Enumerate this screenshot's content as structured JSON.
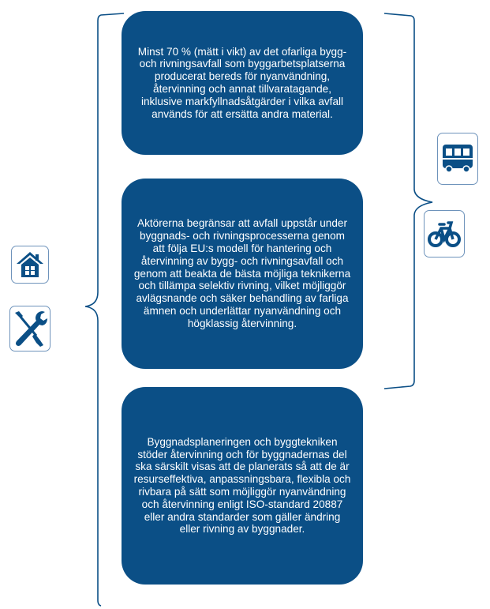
{
  "boxes": [
    {
      "text": "Minst 70 % (mätt i vikt) av det ofarliga bygg- och rivningsavfall som byggarbetsplatserna producerat bereds för nyanvändning, återvinning och annat tillvaratagande, inklusive markfyllnadsåtgärder i vilka avfall används för att ersätta andra material."
    },
    {
      "text": "Aktörerna begränsar att avfall uppstår under byggnads- och rivningsprocesserna genom att följa EU:s modell för hantering och återvinning av bygg- och rivningsavfall och genom att beakta de bästa möjliga teknikerna och tillämpa selektiv rivning, vilket möjliggör avlägsnande och säker behandling av farliga ämnen och underlättar nyanvändning och högklassig återvinning."
    },
    {
      "text": "Byggnadsplaneringen och byggtekniken stöder återvinning och för byggnadernas del ska särskilt visas att de planerats så att de är resurseffektiva, anpassningsbara, flexibla och rivbara på sätt som möjliggör nyanvändning och återvinning enligt ISO-standard 20887 eller andra standarder som gäller ändring eller rivning av byggnader."
    }
  ],
  "icons": {
    "left": [
      "house-icon",
      "wrench-screwdriver-icon"
    ],
    "right": [
      "bus-icon",
      "bicycle-icon"
    ]
  },
  "colors": {
    "box_fill": "#0b4f86",
    "box_text": "#ffffff",
    "icon_color": "#0b4f86",
    "icon_border": "#6e93bb",
    "bracket": "#0b4f86"
  }
}
